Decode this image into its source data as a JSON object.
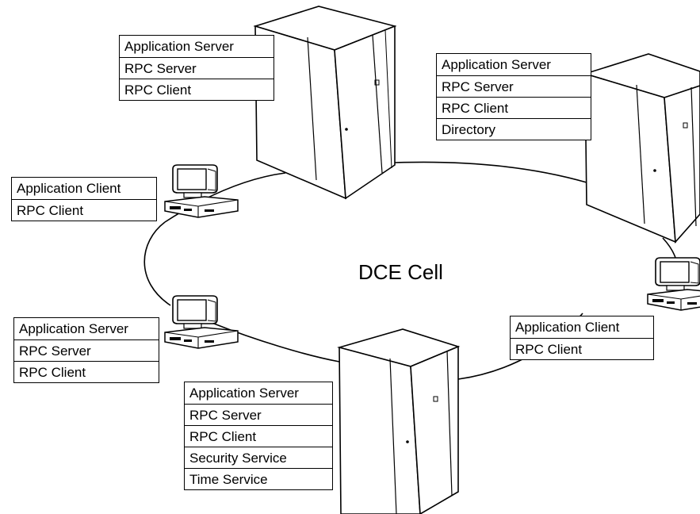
{
  "diagram": {
    "cell_label": "DCE Cell",
    "nodes": {
      "server_top": {
        "type": "server",
        "services": [
          "Application Server",
          "RPC Server",
          "RPC Client"
        ]
      },
      "server_right": {
        "type": "server",
        "services": [
          "Application Server",
          "RPC Server",
          "RPC Client",
          "Directory"
        ]
      },
      "server_bottom": {
        "type": "server",
        "services": [
          "Application Server",
          "RPC Server",
          "RPC Client",
          "Security Service",
          "Time Service"
        ]
      },
      "workstation_left_top": {
        "type": "workstation",
        "services": [
          "Application Client",
          "RPC Client"
        ]
      },
      "workstation_left_bottom": {
        "type": "workstation",
        "services": [
          "Application Server",
          "RPC Server",
          "RPC Client"
        ]
      },
      "workstation_right": {
        "type": "workstation",
        "services": [
          "Application Client",
          "RPC Client"
        ]
      }
    }
  }
}
